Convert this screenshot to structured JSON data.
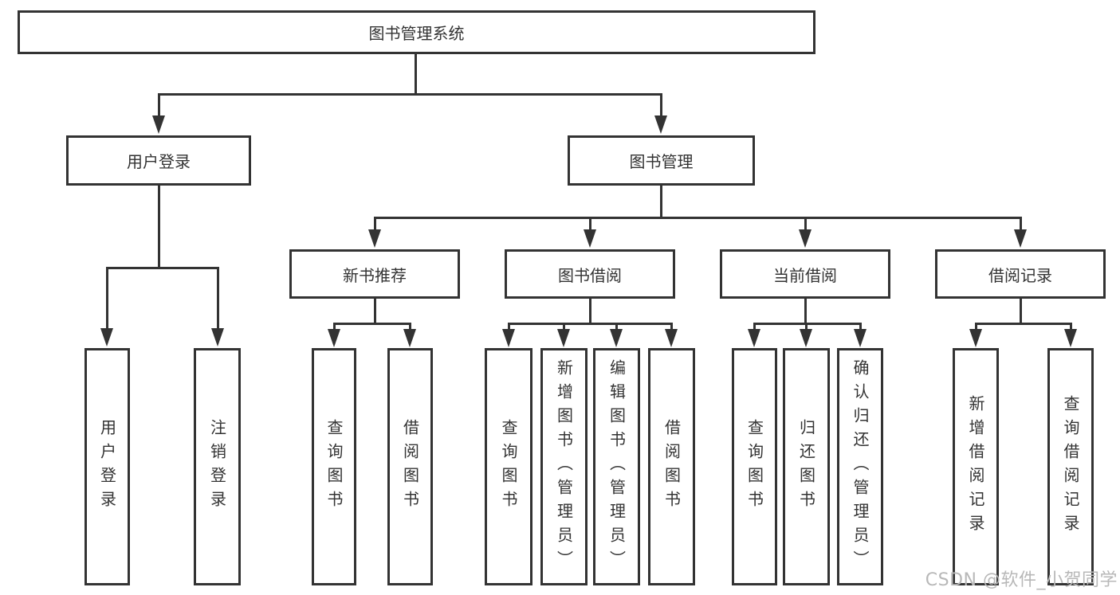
{
  "diagram": {
    "type": "hierarchy-tree",
    "root": {
      "label": "图书管理系统"
    },
    "level2": [
      {
        "label": "用户登录"
      },
      {
        "label": "图书管理"
      }
    ],
    "level3": [
      {
        "label": "新书推荐"
      },
      {
        "label": "图书借阅"
      },
      {
        "label": "当前借阅"
      },
      {
        "label": "借阅记录"
      }
    ],
    "leaves": {
      "user_login": [
        "用户登录",
        "注销登录"
      ],
      "new_book": [
        "查询图书",
        "借阅图书"
      ],
      "borrow": [
        "查询图书",
        "新增图书（管理员）",
        "编辑图书（管理员）",
        "借阅图书"
      ],
      "current": [
        "查询图书",
        "归还图书",
        "确认归还（管理员）"
      ],
      "records": [
        "新增借阅记录",
        "查询借阅记录"
      ]
    }
  },
  "watermark": {
    "text": "CSDN @软件_小贺同学"
  },
  "colors": {
    "line": "#333333",
    "box_border": "#333333",
    "box_fill": "#ffffff",
    "text": "#333333",
    "background": "#ffffff",
    "watermark": "#b8b8b8"
  }
}
